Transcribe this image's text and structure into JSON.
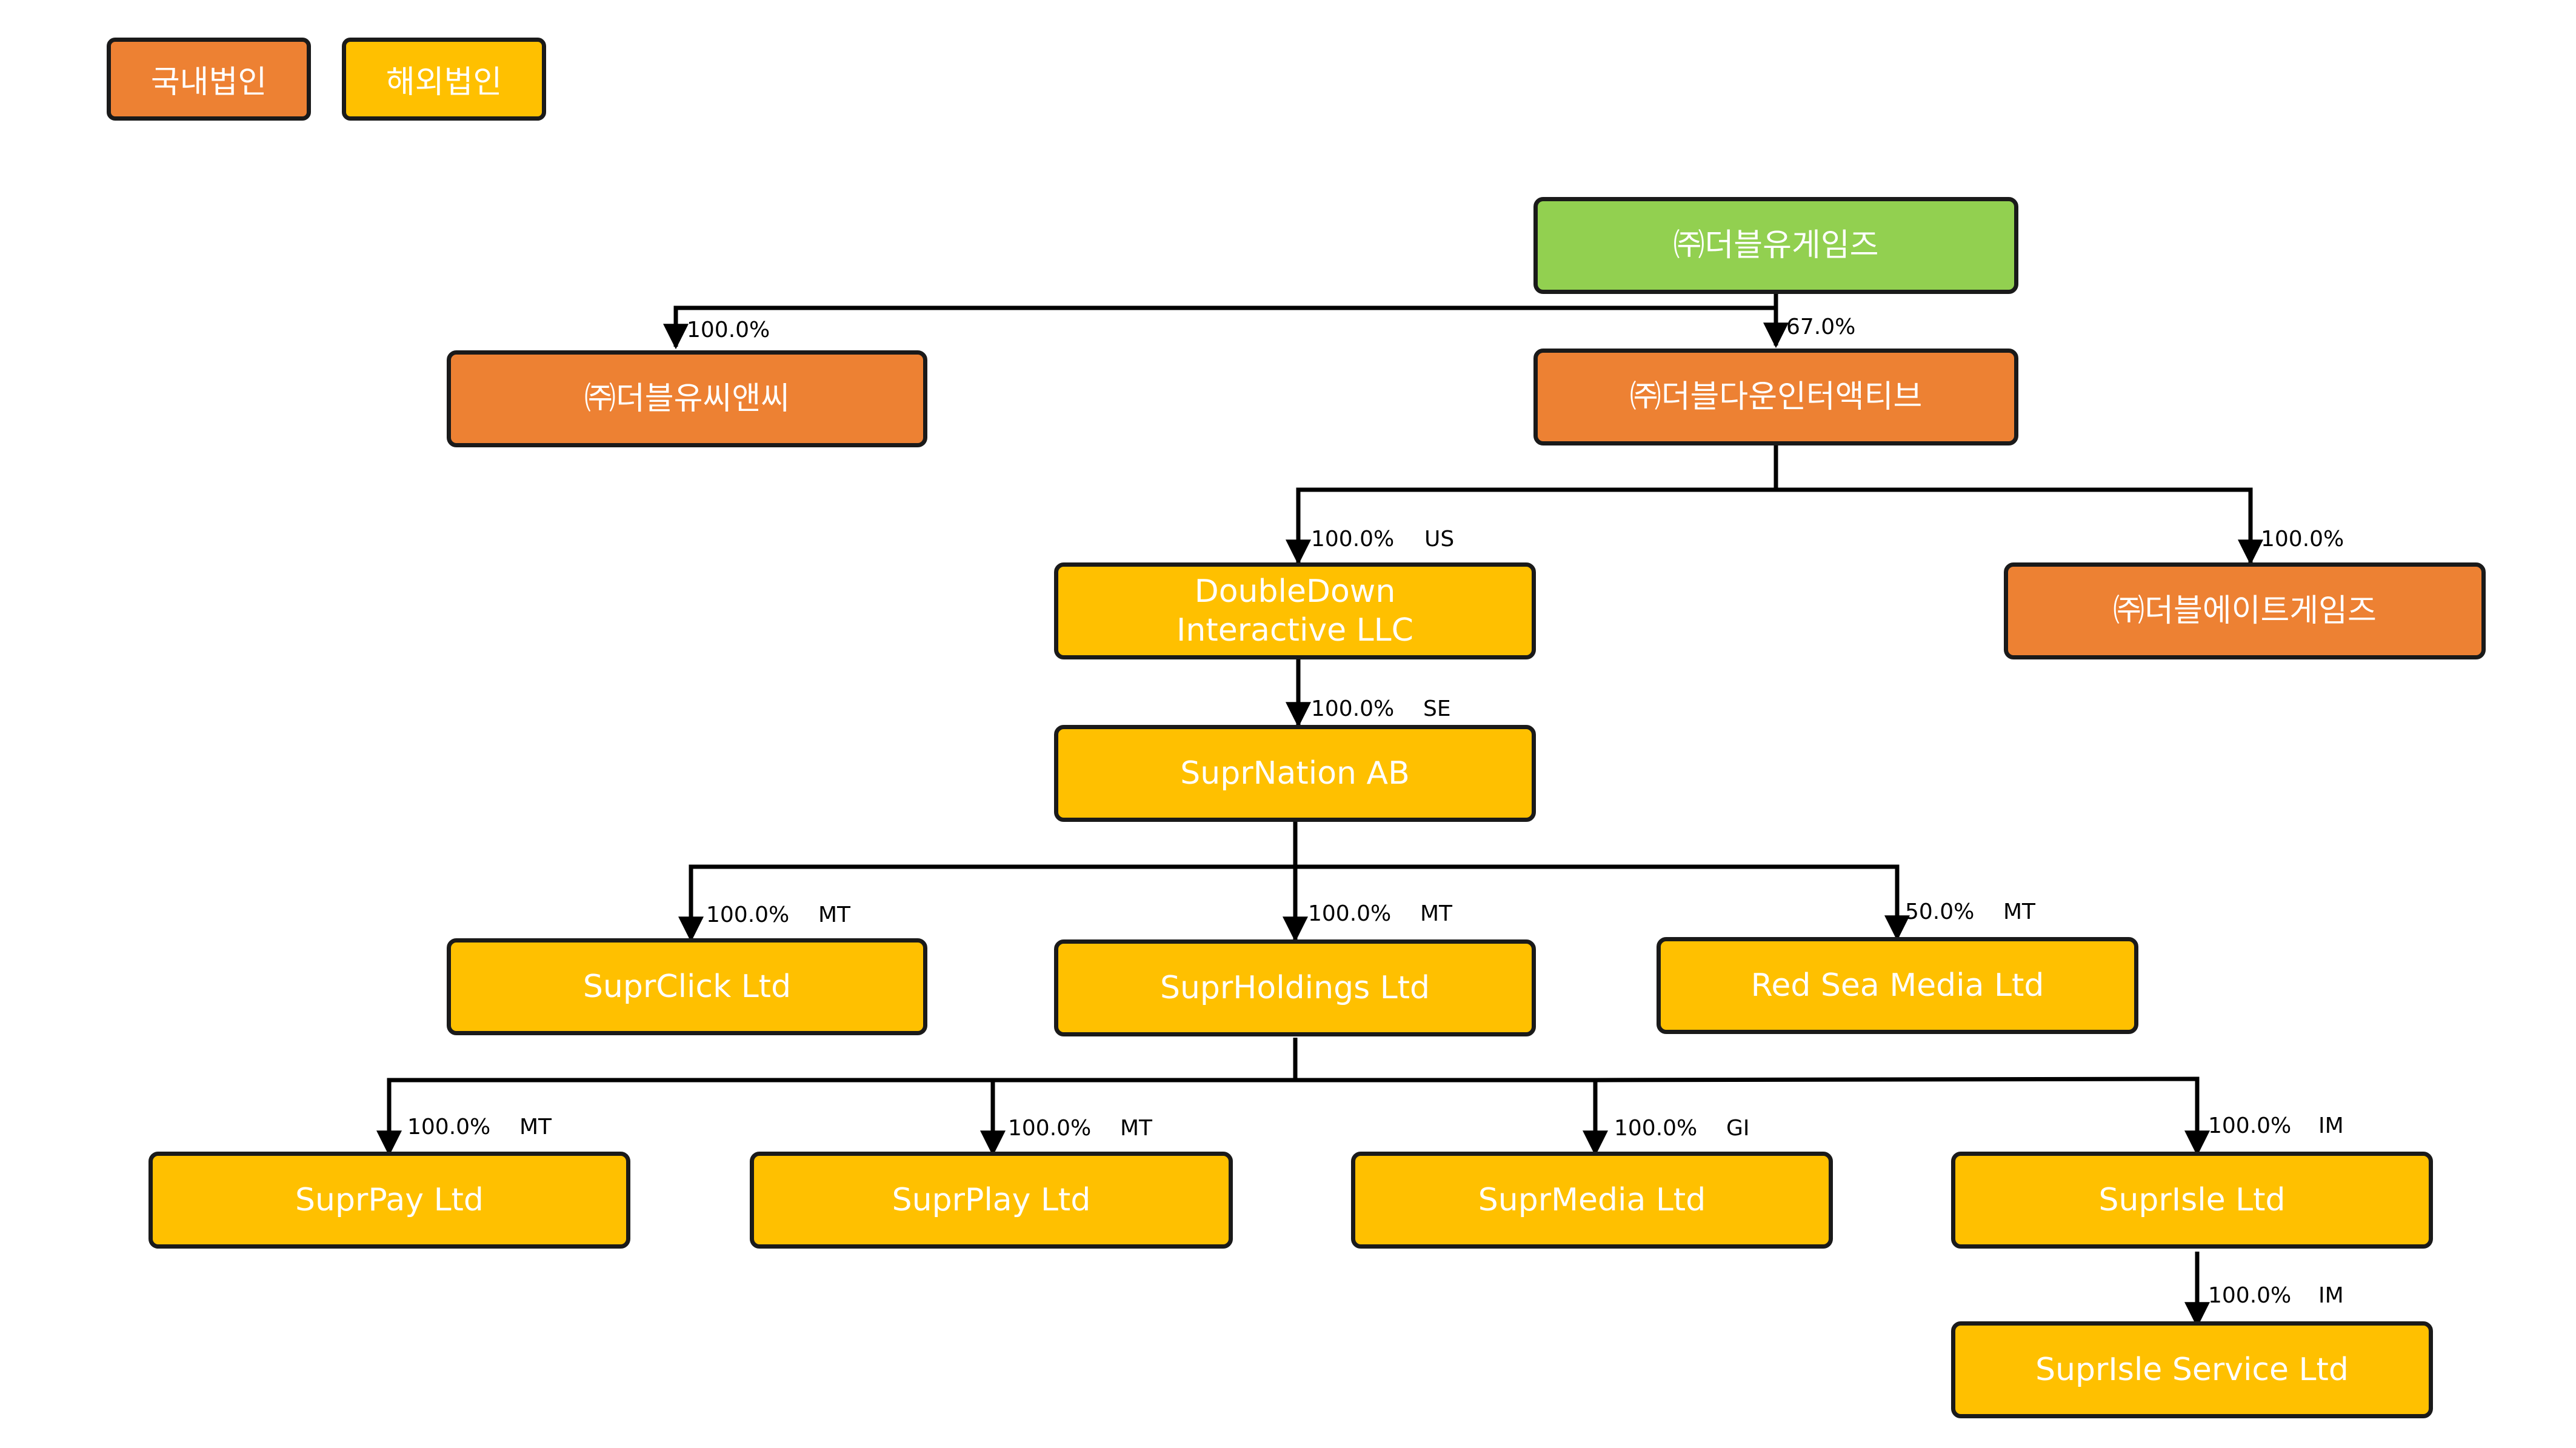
{
  "colors": {
    "domestic": "#ED8133",
    "overseas": "#FFC000",
    "parent": "#92D050",
    "line": "#000000"
  },
  "legend": {
    "domestic": "국내법인",
    "overseas": "해외법인"
  },
  "nodes": {
    "wgames": "㈜더블유게임즈",
    "wnc": "㈜더블유씨앤씨",
    "ddi": "㈜더블다운인터액티브",
    "ddi_llc": "DoubleDown\nInteractive LLC",
    "d8": "㈜더블에이트게임즈",
    "suprnation": "SuprNation AB",
    "suprclick": "SuprClick Ltd",
    "suprholdings": "SuprHoldings Ltd",
    "redsea": "Red Sea Media Ltd",
    "suprpay": "SuprPay Ltd",
    "suprplay": "SuprPlay Ltd",
    "suprmedia": "SuprMedia Ltd",
    "suprisle": "SuprIsle Ltd",
    "suprisle_service": "SuprIsle Service Ltd"
  },
  "edges": {
    "wgames_wnc": "100.0%",
    "wgames_ddi": "67.0%",
    "ddi_llc": {
      "pct": "100.0%",
      "country": "US"
    },
    "ddi_d8": "100.0%",
    "llc_suprnation": {
      "pct": "100.0%",
      "country": "SE"
    },
    "suprnation_suprclick": {
      "pct": "100.0%",
      "country": "MT"
    },
    "suprnation_suprholdings": {
      "pct": "100.0%",
      "country": "MT"
    },
    "suprnation_redsea": {
      "pct": "50.0%",
      "country": "MT"
    },
    "holdings_suprpay": {
      "pct": "100.0%",
      "country": "MT"
    },
    "holdings_suprplay": {
      "pct": "100.0%",
      "country": "MT"
    },
    "holdings_suprmedia": {
      "pct": "100.0%",
      "country": "GI"
    },
    "holdings_suprisle": {
      "pct": "100.0%",
      "country": "IM"
    },
    "isle_service": {
      "pct": "100.0%",
      "country": "IM"
    }
  }
}
